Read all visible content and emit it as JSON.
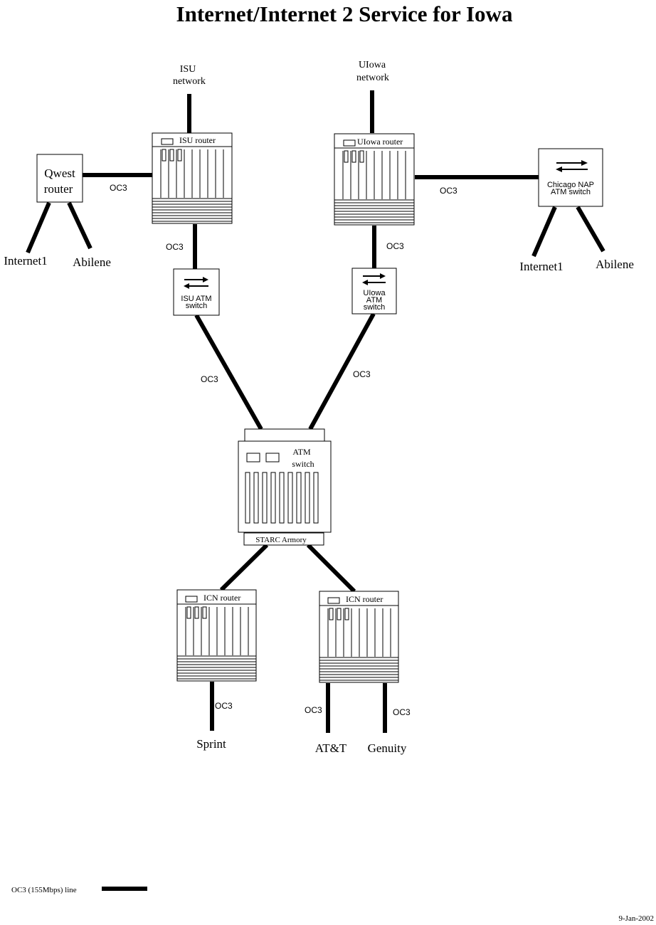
{
  "title": "Internet/Internet 2 Service for Iowa",
  "date": "9-Jan-2002",
  "legend": {
    "label": "OC3 (155Mbps) line"
  },
  "link_label": "OC3",
  "nodes": {
    "isu_network": {
      "line1": "ISU",
      "line2": "network"
    },
    "uiowa_network": {
      "line1": "UIowa",
      "line2": "network"
    },
    "isu_router": {
      "label": "ISU router"
    },
    "uiowa_router": {
      "label": "UIowa router"
    },
    "qwest_router": {
      "line1": "Qwest",
      "line2": "router"
    },
    "chicago_nap": {
      "line1": "Chicago NAP",
      "line2": "ATM switch"
    },
    "isu_atm": {
      "line1": "ISU ATM",
      "line2": "switch"
    },
    "uiowa_atm": {
      "line1": "UIowa",
      "line2": "ATM",
      "line3": "switch"
    },
    "starc_atm": {
      "line1": "ATM",
      "line2": "switch",
      "base": "STARC Armory"
    },
    "icn_router_1": {
      "label": "ICN router"
    },
    "icn_router_2": {
      "label": "ICN router"
    }
  },
  "endpoints": {
    "qwest_internet1": "Internet1",
    "qwest_abilene": "Abilene",
    "chicago_internet1": "Internet1",
    "chicago_abilene": "Abilene",
    "sprint": "Sprint",
    "att": "AT&T",
    "genuity": "Genuity"
  }
}
